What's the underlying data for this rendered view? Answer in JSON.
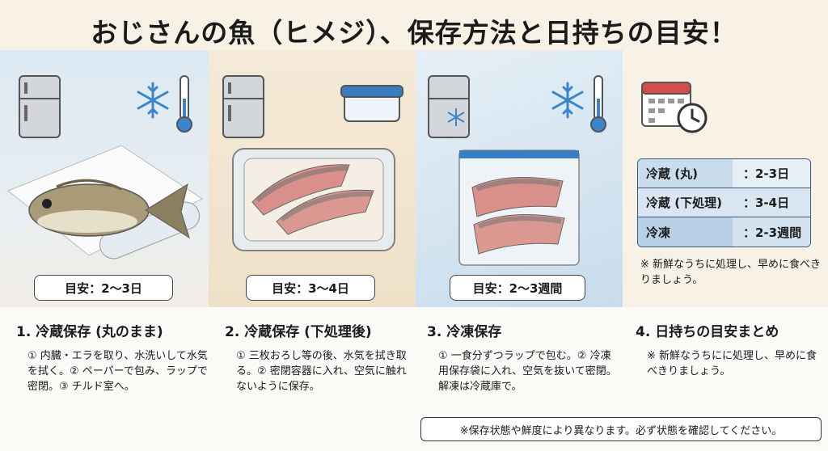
{
  "title": "おじさんの魚（ヒメジ）、保存方法と日持ちの目安！",
  "panels": [
    {
      "badge": "目安：2〜3日",
      "heading": "1. 冷蔵保存 (丸のまま)",
      "body": "① 内臓・エラを取り、水洗いして水気を拭く。② ペーパーで包み、ラップで密閉。③ チルド室へ。"
    },
    {
      "badge": "目安：3〜4日",
      "heading": "2. 冷蔵保存 (下処理後)",
      "body": "① 三枚おろし等の後、水気を拭き取る。② 密閉容器に入れ、空気に触れないように保存。"
    },
    {
      "badge": "目安：2〜3週間",
      "heading": "3. 冷凍保存",
      "body": "① 一食分ずつラップで包む。② 冷凍用保存袋に入れ、空気を抜いて密閉。解凍は冷蔵庫で。"
    },
    {
      "heading": "4. 日持ちの目安まとめ",
      "body": "※ 新鮮なうちにに処理し、早めに食べきりましょう。"
    }
  ],
  "summary": {
    "rows": [
      {
        "key": "冷蔵 (丸)",
        "value": "：2-3日"
      },
      {
        "key": "冷蔵 (下処理)",
        "value": "：3-4日"
      },
      {
        "key": "冷凍",
        "value": "：2-3週間"
      }
    ],
    "note": "※ 新鮮なうちに処理し、早めに食べきりましょう。"
  },
  "footer_note": "※保存状態や鮮度により異なります。必ず状態を確認してください。",
  "icons": [
    "refrigerator-icon",
    "snowflake-icon",
    "thermometer-icon",
    "food-container-icon",
    "freezer-icon",
    "calendar-icon",
    "clock-icon"
  ],
  "colors": {
    "fridge": "#c8ccd0",
    "snow": "#3a86c8",
    "accent_blue": "#3a5b7a"
  }
}
